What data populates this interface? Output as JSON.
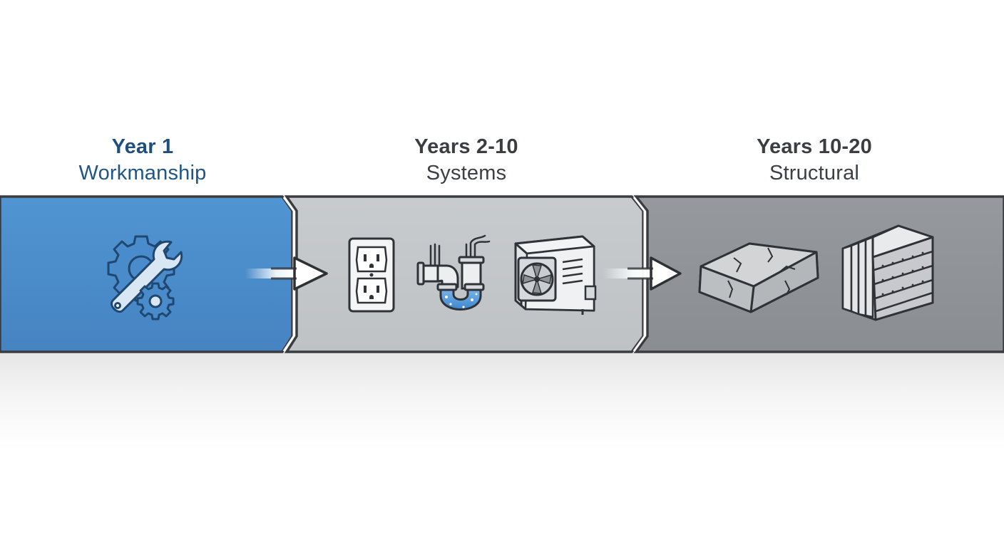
{
  "stages": [
    {
      "title": "Year 1",
      "subtitle": "Workmanship",
      "color": "#4a8ccb",
      "icons": [
        "gear-wrench-icon"
      ]
    },
    {
      "title": "Years 2-10",
      "subtitle": "Systems",
      "color": "#c4c7ca",
      "icons": [
        "electrical-outlet-icon",
        "plumbing-pipe-icon",
        "ac-unit-icon"
      ]
    },
    {
      "title": "Years 10-20",
      "subtitle": "Structural",
      "color": "#8f9296",
      "icons": [
        "concrete-slab-icon",
        "wall-framing-icon"
      ]
    }
  ],
  "colors": {
    "accent_blue": "#1e4f7d",
    "line_dark": "#3a3c40"
  }
}
